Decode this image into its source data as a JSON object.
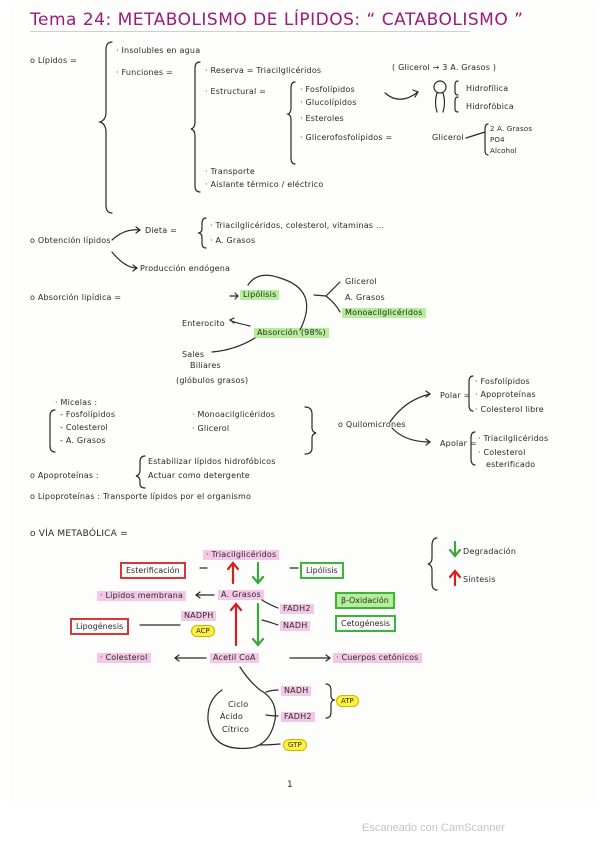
{
  "title": "Tema 24: METABOLISMO DE LÍPIDOS: “ CATABOLISMO ”",
  "lipidos": {
    "label": "o Lípidos =",
    "insolubles": "· Insolubles en agua",
    "funciones_label": "· Funciones =",
    "reserva": "· Reserva = Triacilglicéridos",
    "reserva_note": "( Glicerol → 3 A. Grasos )",
    "estructural": "· Estructural =",
    "fosfolipidos": "· Fosfolípidos",
    "glucolipidos": "· Glucolípidos",
    "esteroles": "· Esteroles",
    "hidrofilica": "Hidrofílica",
    "hidrofobica": "Hidrofóbica",
    "glicerofosfolipidos": "· Glicerofosfolípidos =",
    "glicerol": "Glicerol",
    "g1": "2 A. Grasos",
    "g2": "PO4",
    "g3": "Alcohol",
    "transporte": "· Transporte",
    "aislante": "· Aislante térmico / eléctrico"
  },
  "obtencion": {
    "label": "o Obtención lípidos",
    "dieta": "Dieta =",
    "dieta_1": "· Triacilglicéridos, colesterol, vitaminas ...",
    "dieta_2": "· A. Grasos",
    "produccion": "Producción endógena"
  },
  "absorcion": {
    "label": "o Absorción lipídica =",
    "lipolisis": "Lipólisis",
    "prod_1": "Glicerol",
    "prod_2": "A. Grasos",
    "prod_3": "Monoacilglicéridos",
    "enterocito": "Enterocito",
    "absorcion": "Absorción (98%)",
    "sales": "Sales",
    "biliares": "Biliares",
    "globulos": "(glóbulos grasos)"
  },
  "micelas": {
    "label": "· Micelas :",
    "m1": "- Fosfolípidos",
    "m2": "- Colesterol",
    "m3": "- A. Grasos",
    "m4": "· Monoacilglicéridos",
    "m5": "· Glicerol",
    "quilomicrones": "o Quilomicrones",
    "polar": "Polar =",
    "polar_1": "· Fosfolípidos",
    "polar_2": "· Apoproteínas",
    "polar_3": "· Colesterol libre",
    "apolar": "Apolar =",
    "apolar_1": "· Triacilglicéridos",
    "apolar_2": "· Colesterol",
    "apolar_3": "esterificado"
  },
  "apoproteinas": {
    "label": "o Apoproteínas :",
    "a1": "Estabilizar lípidos hidrofóbicos",
    "a2": "Actuar como detergente"
  },
  "lipoproteinas": {
    "label": "o Lipoproteínas : Transporte lípidos por el organismo"
  },
  "via": {
    "label": "o VÍA METABÓLICA =",
    "legend_down": "Degradación",
    "legend_up": "Síntesis",
    "triacil": "· Triacilglicéridos",
    "esterificacion": "Esterificación",
    "lipolisis": "Lipólisis",
    "lipidos_membrana": "· Lípidos membrana",
    "a_grasos": "A. Grasos",
    "fadh2_top": "FADH2",
    "beta_ox": "β-Oxidación",
    "nadph": "NADPH",
    "acp": "ACP",
    "lipogenesis": "Lipogénesis",
    "nadh_top": "NADH",
    "cetogenesis": "Cetogénesis",
    "colesterol": "· Colesterol",
    "acetil": "Acetil CoA",
    "cuerpos": "· Cuerpos cetónicos",
    "ciclo": "Ciclo",
    "acido": "Ácido",
    "citrico": "Cítrico",
    "nadh": "NADH",
    "fadh2": "FADH2",
    "atp": "ATP",
    "gtp": "GTP"
  },
  "page_number": "1",
  "footer": "Escaneado con CamScanner",
  "colors": {
    "title": "#9b1a7a",
    "red_arrow": "#d41f1f",
    "green_arrow": "#3aa83a",
    "highlight_pink": "#f4c7e6",
    "highlight_green": "#b6ee9a",
    "highlight_yellow": "#fff23a"
  }
}
